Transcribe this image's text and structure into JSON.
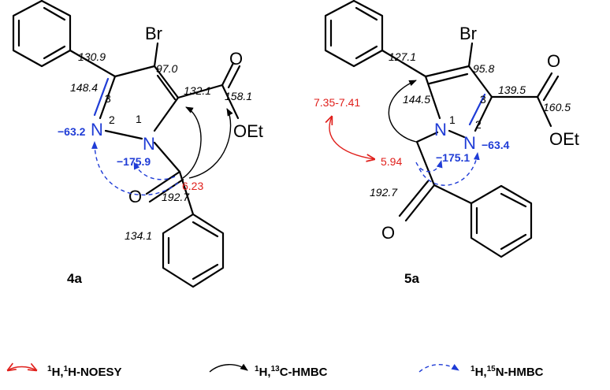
{
  "colors": {
    "bond": "#000000",
    "nitrogen": "#1f3cd6",
    "proton": "#e0201c"
  },
  "compound_4a": {
    "label": "4a",
    "atoms": {
      "br": "Br",
      "n1": "N",
      "n2": "N",
      "o_ester": "O",
      "oet": "OEt",
      "o_ketone": "O"
    },
    "ring_numbers": {
      "n1": "1",
      "n2": "2",
      "c3": "3"
    },
    "shifts_13c": {
      "ph_ipso": "130.9",
      "c3": "148.4",
      "c4": "97.0",
      "c5": "132.1",
      "co2et": "158.1",
      "co": "192.7",
      "bz_ipso": "134.1"
    },
    "shifts_15n": {
      "n2": "−63.2",
      "n1": "−175.9"
    },
    "shift_1h": {
      "ch2": "6.23"
    }
  },
  "compound_5a": {
    "label": "5a",
    "atoms": {
      "br": "Br",
      "n1": "N",
      "n2": "N",
      "o_ester": "O",
      "oet": "OEt",
      "o_ketone": "O"
    },
    "ring_numbers": {
      "n1": "1",
      "n2": "2",
      "c3": "3"
    },
    "shifts_13c": {
      "ph_ipso": "127.1",
      "c5": "144.5",
      "c4": "95.8",
      "c3": "139.5",
      "co2et": "160.5",
      "co": "192.7"
    },
    "shifts_15n": {
      "n1": "−175.1",
      "n2": "−63.4"
    },
    "shift_1h": {
      "ch2": "5.94",
      "ortho": "7.35-7.41"
    }
  },
  "legend": {
    "noesy": {
      "n1": "1",
      "a": "H,",
      "n2": "1",
      "b": "H-NOESY"
    },
    "hmbc_c": {
      "n1": "1",
      "a": "H,",
      "n2": "13",
      "b": "C-HMBC"
    },
    "hmbc_n": {
      "n1": "1",
      "a": "H,",
      "n2": "15",
      "b": "N-HMBC"
    }
  }
}
